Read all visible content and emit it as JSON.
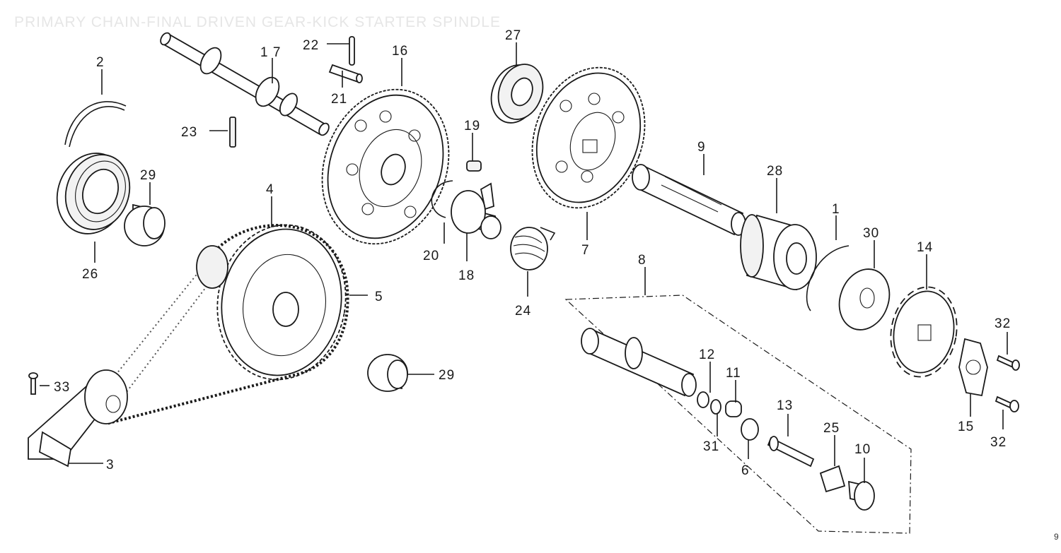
{
  "title": "PRIMARY CHAIN-FINAL DRIVEN GEAR-KICK STARTER SPINDLE",
  "corner_mark": "9",
  "callouts": {
    "p1": "1",
    "p2": "2",
    "p3": "3",
    "p4": "4",
    "p5": "5",
    "p6": "6",
    "p7": "7",
    "p8": "8",
    "p9": "9",
    "p10": "10",
    "p11": "11",
    "p12": "12",
    "p13": "13",
    "p14": "14",
    "p15": "15",
    "p16": "16",
    "p17": "1 7",
    "p18": "18",
    "p19": "19",
    "p20": "20",
    "p21": "21",
    "p22": "22",
    "p23": "23",
    "p24": "24",
    "p25": "25",
    "p26": "26",
    "p27": "27",
    "p28": "28",
    "p29a": "29",
    "p29b": "29",
    "p30": "30",
    "p31": "31",
    "p32a": "32",
    "p32b": "32",
    "p33": "33"
  }
}
